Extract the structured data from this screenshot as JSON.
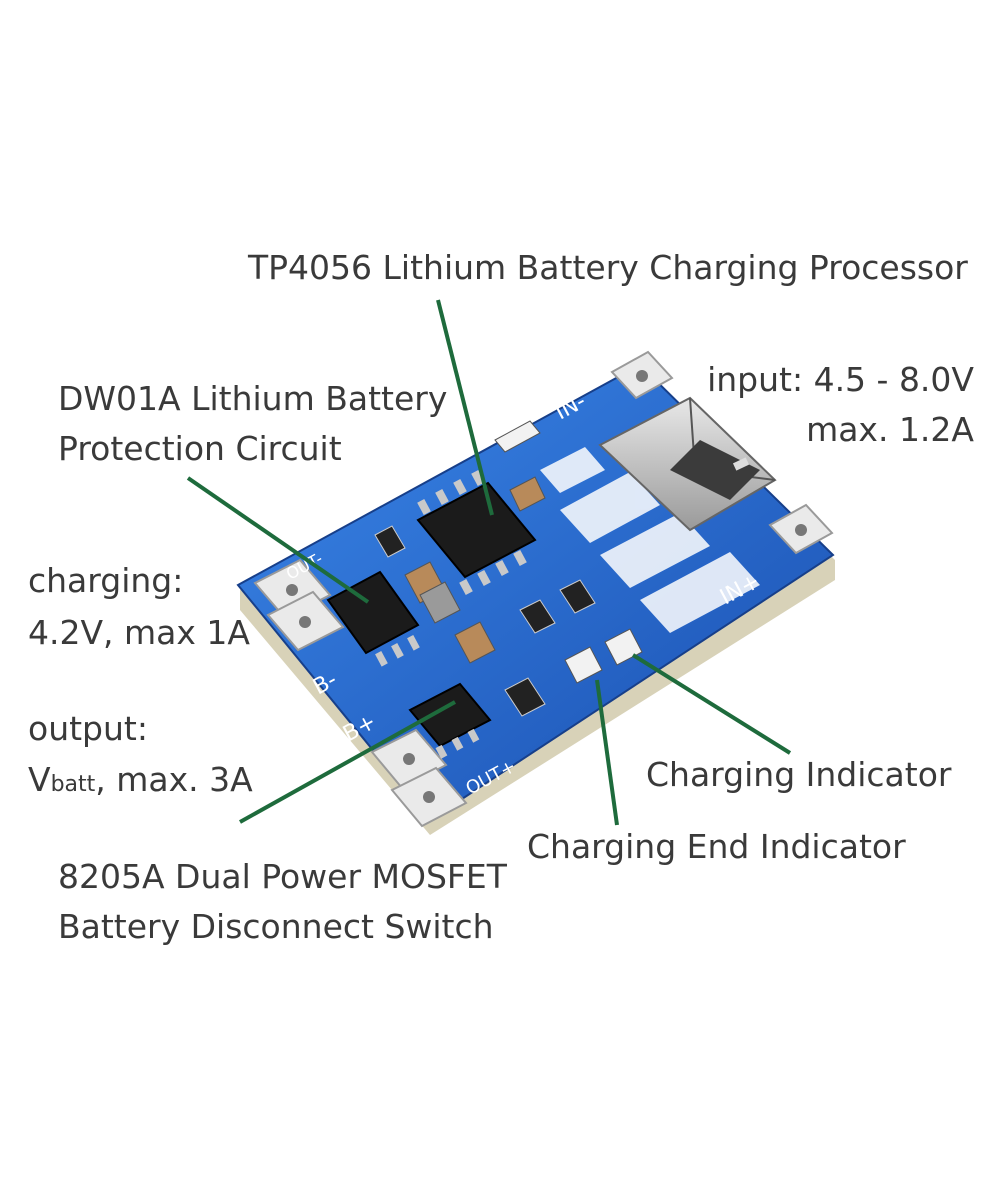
{
  "labels": {
    "tp4056": "TP4056 Lithium Battery Charging Processor",
    "dw01a_line1": "DW01A Lithium Battery",
    "dw01a_line2": "Protection Circuit",
    "input_line1": "input: 4.5 - 8.0V",
    "input_line2": "max. 1.2A",
    "charging_line1": "charging:",
    "charging_line2": "4.2V, max 1A",
    "output_line1": "output:",
    "output_vbatt_v": "V",
    "output_vbatt_sub": "batt",
    "output_vbatt_rest": ", max. 3A",
    "charging_indicator": "Charging Indicator",
    "charging_end_indicator": "Charging End Indicator",
    "mosfet_line1": "8205A Dual Power MOSFET",
    "mosfet_line2": "Battery Disconnect Switch"
  },
  "board_silkscreen": {
    "in_minus": "IN-",
    "in_plus": "IN+",
    "out_minus": "OUT-",
    "out_plus": "OUT+",
    "b_minus": "B-",
    "b_plus": "B+"
  },
  "colors": {
    "pcb_blue": "#1f5fc8",
    "leader_line": "#1e6b3c",
    "label_text": "#3a3a3a"
  }
}
